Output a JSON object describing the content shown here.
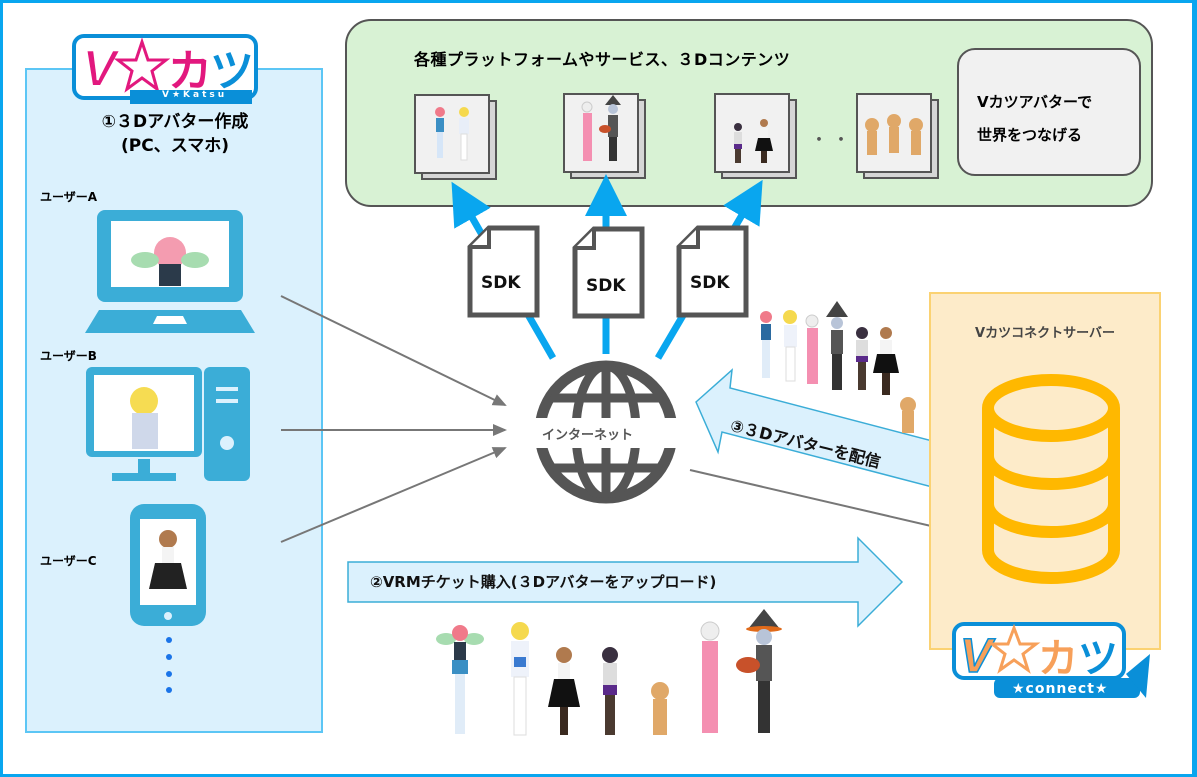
{
  "logos": {
    "vkatsu": {
      "main": "V☆カツ",
      "sub": "V★Katsu"
    },
    "connect": {
      "main": "V☆カツ",
      "sub": "★connect★"
    }
  },
  "left_panel": {
    "title_line1": "①３Dアバター作成",
    "title_line2": "(PC、スマホ)",
    "users": [
      {
        "label": "ユーザーA",
        "device": "laptop-icon"
      },
      {
        "label": "ユーザーB",
        "device": "desktop-icon"
      },
      {
        "label": "ユーザーC",
        "device": "smartphone-icon"
      }
    ],
    "more_indicator": "continuation-dots"
  },
  "top_panel": {
    "title": "各種プラットフォームやサービス、３Dコンテンツ",
    "content_cards": [
      {
        "name": "avatars-pink-blonde"
      },
      {
        "name": "avatars-kimono-witch"
      },
      {
        "name": "avatars-schoolgirl-maid"
      },
      {
        "name": "avatars-cats"
      }
    ],
    "ellipsis": "・・・",
    "slogan_line1": "Vカツアバターで",
    "slogan_line2": "世界をつなげる"
  },
  "sdk": {
    "labels": [
      "SDK",
      "SDK",
      "SDK"
    ]
  },
  "internet": {
    "label": "インターネット"
  },
  "server": {
    "title": "Vカツコネクトサーバー"
  },
  "arrows": {
    "upload": "②VRMチケット購入(３Dアバターをアップロード)",
    "distribute": "③３Dアバターを配信"
  },
  "colors": {
    "frame": "#09a6ef",
    "left_panel_bg": "#dbf1fd",
    "top_panel_bg": "#d8f2d4",
    "server_bg": "#fdebc9",
    "server_icon": "#ffb800",
    "device_icon": "#3badd7",
    "sdk_connector": "#09a6ef",
    "globe": "#555555",
    "logo_pink": "#e2187e",
    "logo_blue": "#0a8fd8",
    "logo_orange": "#f7a05a"
  }
}
